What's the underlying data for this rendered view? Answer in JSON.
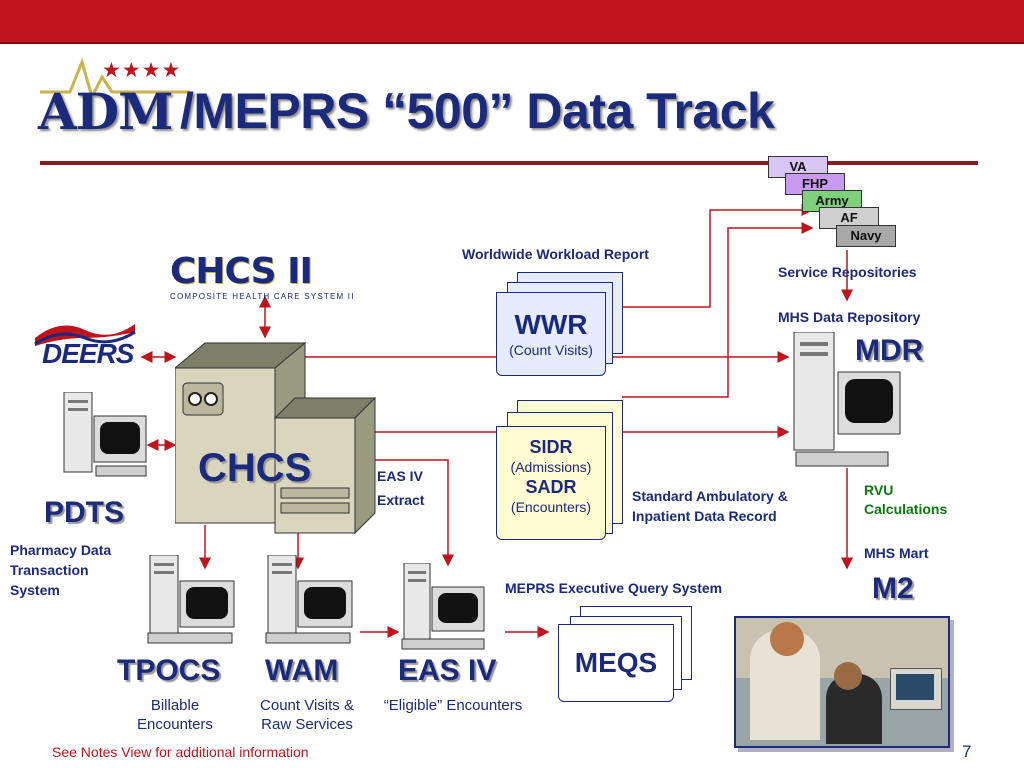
{
  "header": {
    "title_prefix": "ADM",
    "title_rest": "/MEPRS “500” Data Track",
    "stars": "★★★★"
  },
  "colors": {
    "accent_red": "#c0141d",
    "navy": "#1b2a7a",
    "green": "#0c7a0c",
    "doc_blue": "#e6ecff",
    "doc_yellow": "#fffbd2"
  },
  "logos": {
    "chcs2_name": "CHCS II",
    "chcs2_caption": "COMPOSITE HEALTH CARE SYSTEM II",
    "deers": "DEERS"
  },
  "systems": {
    "chcs": "CHCS",
    "pdts": "PDTS",
    "pdts_desc": "Pharmacy Data Transaction System",
    "tpocs": "TPOCS",
    "tpocs_desc": "Billable Encounters",
    "wam": "WAM",
    "wam_desc": "Count Visits & Raw Services",
    "easiv": "EAS IV",
    "easiv_desc": "“Eligible” Encounters",
    "mdr": "MDR",
    "m2": "M2"
  },
  "documents": {
    "wwr_title": "Worldwide Workload Report",
    "wwr": "WWR",
    "wwr_sub": "(Count Visits)",
    "sidr": "SIDR",
    "sidr_sub": "(Admissions)",
    "sadr": "SADR",
    "sadr_sub": "(Encounters)",
    "sadr_desc": "Standard Ambulatory & Inpatient Data Record",
    "meqs": "MEQS",
    "meqs_title": "MEPRS Executive Query System"
  },
  "labels": {
    "eas_extract_1": "EAS IV",
    "eas_extract_2": "Extract",
    "service_repos": "Service  Repositories",
    "mhs_repo": "MHS Data Repository",
    "rvu_1": "RVU",
    "rvu_2": "Calculations",
    "mhs_mart": "MHS Mart"
  },
  "repositories": [
    "VA",
    "FHP",
    "Army",
    "AF",
    "Navy"
  ],
  "footer": {
    "note": "See Notes View for additional information",
    "page": "7"
  }
}
